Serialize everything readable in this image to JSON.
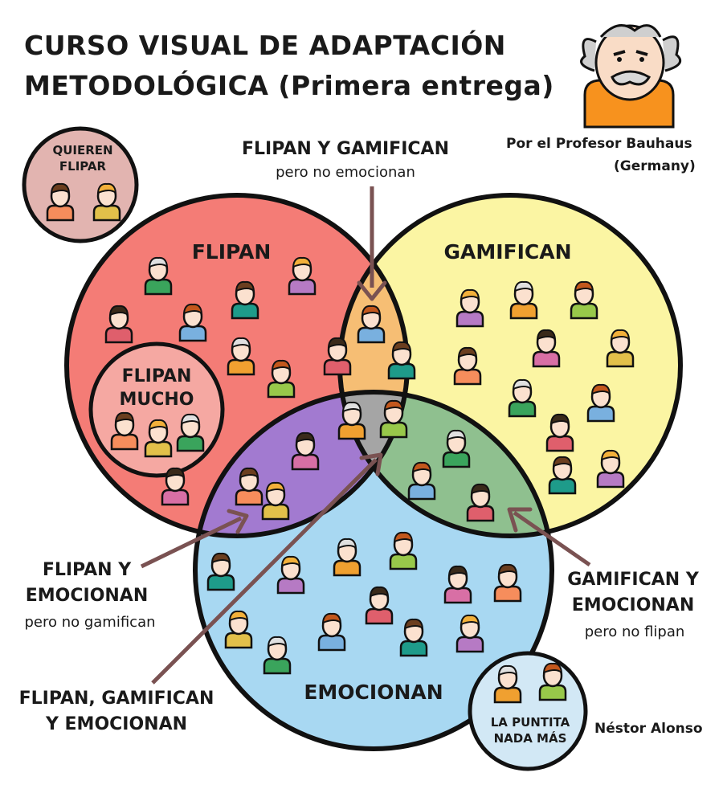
{
  "title": {
    "line1": "CURSO VISUAL DE ADAPTACIÓN",
    "line2": "METODOLÓGICA (Primera entrega)"
  },
  "author": {
    "line1": "Por el Profesor Bauhaus",
    "line2": "(Germany)"
  },
  "signature": "Néstor Alonso",
  "bubbles": {
    "quieren_flipar": [
      "QUIEREN",
      "FLIPAR"
    ],
    "puntita": [
      "LA PUNTITA",
      "NADA MÁS"
    ]
  },
  "circles": {
    "flipan": "FLIPAN",
    "gamifican": "GAMIFICAN",
    "emocionan": "EMOCIONAN",
    "flipan_mucho": [
      "FLIPAN",
      "MUCHO"
    ]
  },
  "callouts": {
    "flip_gam": [
      "FLIPAN Y GAMIFICAN",
      "pero no emocionan"
    ],
    "flip_emo": [
      "FLIPAN Y",
      "EMOCIONAN",
      "pero no gamifican"
    ],
    "gam_emo": [
      "GAMIFICAN Y",
      "EMOCIONAN",
      "pero no flipan"
    ],
    "all_three": [
      "FLIPAN, GAMIFICAN",
      "Y EMOCIONAN"
    ]
  },
  "colors": {
    "flipan": "#f47c76",
    "gamifican": "#fbf5a3",
    "emocionan": "#a8d8f2",
    "flip_gam": "#f6be74",
    "flip_emo": "#a27ad0",
    "gam_emo": "#8fc08f",
    "center": "#a5a5a5",
    "quieren_flipar": "#e2b4b0",
    "flipan_mucho": "#f5a8a2",
    "puntita": "#d2e8f5",
    "arrow": "#7a5252",
    "professor_shirt": "#f7921e"
  },
  "people_fills": [
    "#f68d5c",
    "#e2c04a",
    "#3aa45c",
    "#79b0df",
    "#df5f6c",
    "#1e9b8a",
    "#b67ac4",
    "#f0a030",
    "#98c84a",
    "#d86fa5"
  ]
}
